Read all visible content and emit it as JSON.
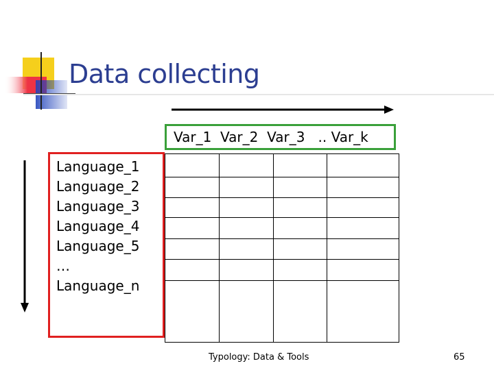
{
  "slide": {
    "title": "Data collecting",
    "variable_header": "Var_1  Var_2  Var_3   .. Var_k",
    "languages": [
      "Language_1",
      "Language_2",
      "Language_3",
      "Language_4",
      "Language_5",
      "…",
      "Language_n"
    ],
    "footer": "Typology: Data & Tools",
    "page_number": "65"
  },
  "colors": {
    "title": "#2c3e91",
    "variable_box_border": "#3aa03a",
    "language_box_border": "#e02020",
    "logo_yellow": "#f5cf1c",
    "logo_red": "#ee3344",
    "logo_blue": "#2244bb"
  }
}
